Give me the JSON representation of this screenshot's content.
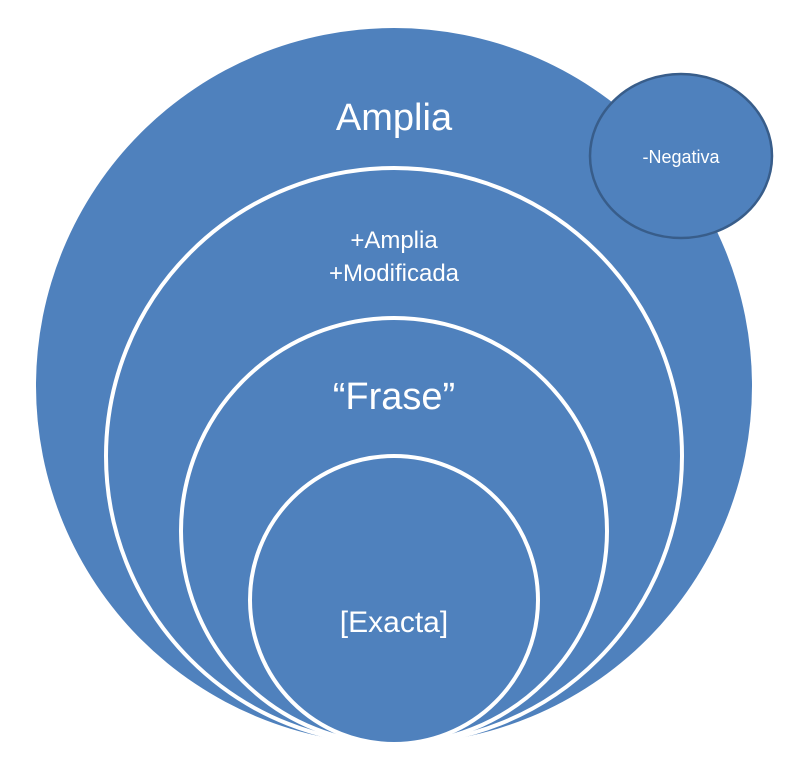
{
  "diagram": {
    "type": "nested-circles",
    "colors": {
      "fill": "#4f81bd",
      "ring_stroke": "#ffffff",
      "negative_stroke": "#385d8a",
      "text": "#ffffff",
      "background": "#ffffff"
    },
    "circles": [
      {
        "id": "amplia",
        "label": "Amplia",
        "level": 1
      },
      {
        "id": "amplia-modificada",
        "label_lines": [
          "+Amplia",
          "+Modificada"
        ],
        "level": 2
      },
      {
        "id": "frase",
        "label": "“Frase”",
        "level": 3
      },
      {
        "id": "exacta",
        "label": "[Exacta]",
        "level": 4
      }
    ],
    "negative": {
      "id": "negativa",
      "label": "-Negativa"
    }
  }
}
